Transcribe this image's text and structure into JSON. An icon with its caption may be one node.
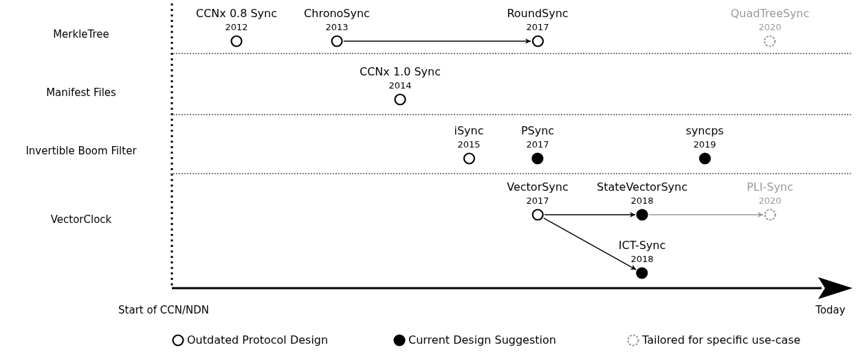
{
  "diagram": {
    "nodes": [
      {
        "text": [
          "CCNx 0.8 Sync",
          "2012"
        ]
      },
      {
        "text": [
          "ChronoSync",
          "2013"
        ]
      },
      {
        "text": [
          "RoundSync",
          "2017"
        ]
      },
      {
        "text": [
          "QuadTreeSync",
          "2020"
        ]
      },
      {
        "text": [
          "CCNx 1.0 Sync",
          "2014"
        ]
      },
      {
        "text": [
          "iSync",
          "2015"
        ]
      },
      {
        "text": [
          "PSync",
          "2017"
        ]
      },
      {
        "text": [
          "syncps",
          "2019"
        ]
      },
      {
        "text": [
          "VectorSync",
          "2017"
        ]
      },
      {
        "text": [
          "StateVectorSync",
          "2018"
        ]
      },
      {
        "text": [
          "PLI-Sync",
          "2020"
        ]
      },
      {
        "text": [
          "ICT-Sync",
          "2018"
        ]
      }
    ],
    "edges": [
      {
        "from": 1,
        "to": 2,
        "arrow": "to"
      },
      {
        "from": 8,
        "to": 9,
        "arrow": "to"
      },
      {
        "from": 9,
        "to": 10,
        "arrow": "to",
        "color": "#999999"
      },
      {
        "from": 8,
        "to": 11,
        "arrow": "to"
      }
    ],
    "labels": [
      "MerkleTree",
      "Manifest Files",
      "Invertible Boom Filter",
      "VectorClock",
      "Start of CCN/NDN",
      "Today"
    ],
    "legend": [
      {
        "text": "Outdated Protocol Design"
      },
      {
        "text": "Current Design Suggestion"
      },
      {
        "text": "Tailored for specific use-case"
      }
    ]
  }
}
